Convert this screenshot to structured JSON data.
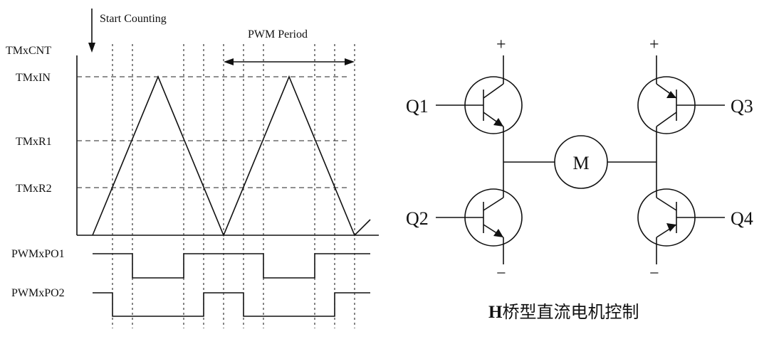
{
  "timing": {
    "start_label": "Start Counting",
    "period_label": "PWM Period",
    "counter_label": "TMxCNT",
    "levels": [
      {
        "label": "TMxIN"
      },
      {
        "label": "TMxR1"
      },
      {
        "label": "TMxR2"
      }
    ],
    "outputs": [
      {
        "label": "PWMxPO1"
      },
      {
        "label": "PWMxPO2"
      }
    ]
  },
  "hbridge": {
    "supply_plus": "+",
    "supply_minus": "−",
    "motor_label": "M",
    "transistors": [
      {
        "label": "Q1"
      },
      {
        "label": "Q2"
      },
      {
        "label": "Q3"
      },
      {
        "label": "Q4"
      }
    ],
    "caption_bold": "H",
    "caption_rest": "桥型直流电机控制"
  }
}
